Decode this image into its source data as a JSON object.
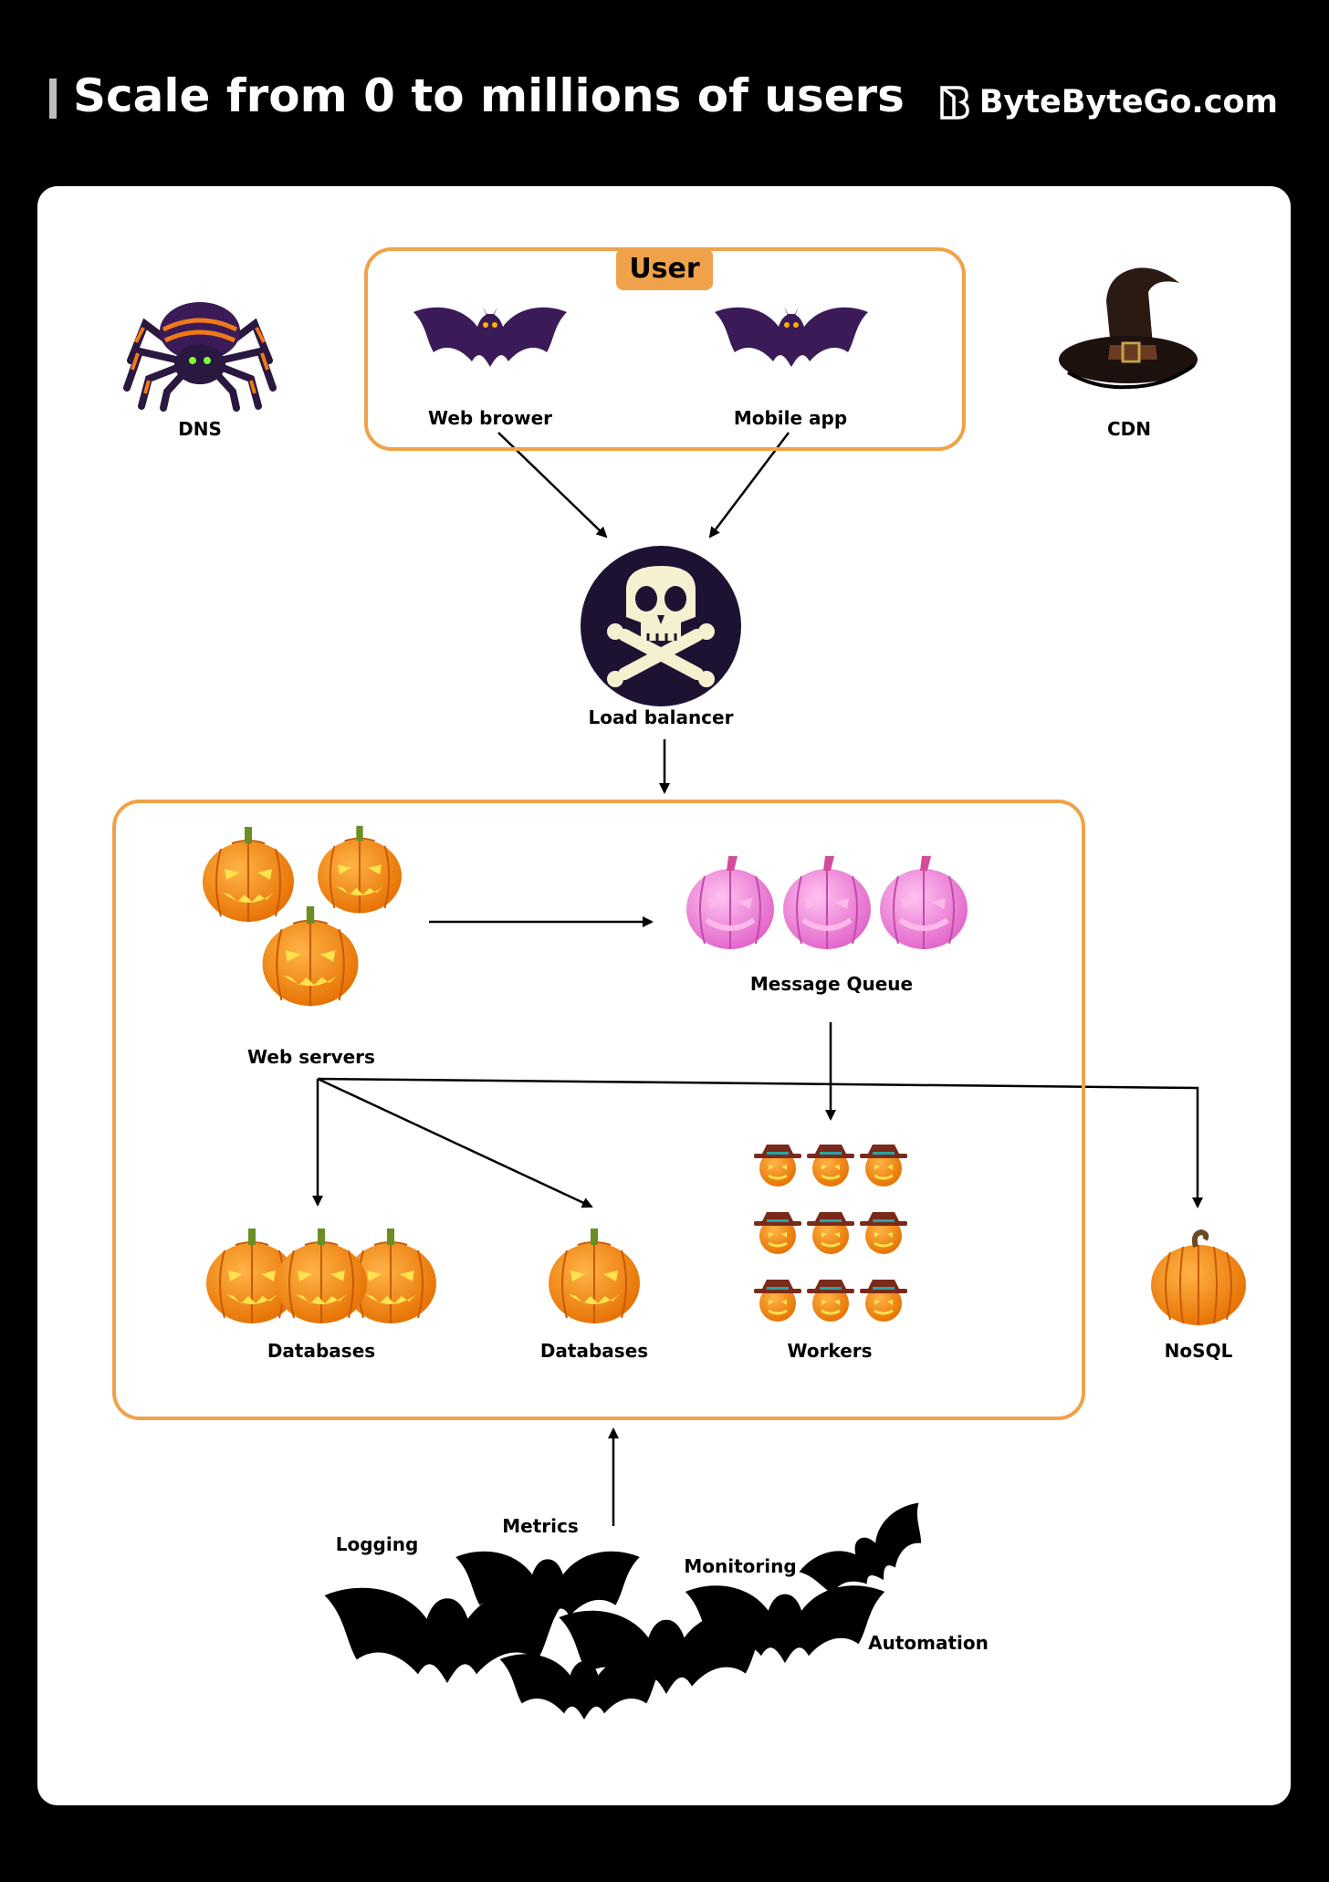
{
  "header": {
    "title": "Scale from 0 to millions of users",
    "brand": "ByteByteGo.com"
  },
  "user_group": {
    "label": "User"
  },
  "nodes": {
    "dns": "DNS",
    "cdn": "CDN",
    "web_browser": "Web brower",
    "mobile_app": "Mobile app",
    "load_balancer": "Load balancer",
    "web_servers": "Web servers",
    "message_queue": "Message Queue",
    "databases_1": "Databases",
    "databases_2": "Databases",
    "workers": "Workers",
    "nosql": "NoSQL"
  },
  "tools": {
    "logging": "Logging",
    "metrics": "Metrics",
    "monitoring": "Monitoring",
    "automation": "Automation"
  },
  "colors": {
    "background": "#000000",
    "panel": "#ffffff",
    "accent": "#f0a24a",
    "pumpkin": "#f7931e",
    "pink": "#f07ad6",
    "bat": "#3b1b57"
  },
  "icons": {
    "spider": "spider-icon",
    "witch_hat": "witch-hat-icon",
    "bat": "bat-icon",
    "skull": "skull-crossbones-icon",
    "pumpkin": "jack-o-lantern-icon"
  }
}
